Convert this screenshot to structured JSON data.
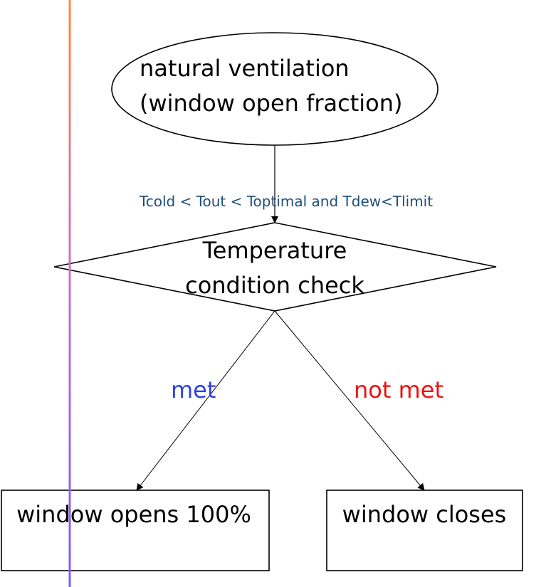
{
  "diagram": {
    "start_node": {
      "line1": "natural ventilation",
      "line2": "(window open fraction)"
    },
    "condition_edge_label": "Tcold < Tout < Toptimal and Tdew<Tlimit",
    "decision_node": {
      "line1": "Temperature",
      "line2": "condition check"
    },
    "met_label": "met",
    "not_met_label": "not met",
    "met_outcome": "window opens 100%",
    "not_met_outcome": "window closes"
  },
  "colors": {
    "condition_label": "#1f4e79",
    "met_label": "#2e3fe8",
    "not_met_label": "#ee1111",
    "vertical_line_top": "#ff8a3d",
    "vertical_line_bottom": "#7a5cff"
  }
}
